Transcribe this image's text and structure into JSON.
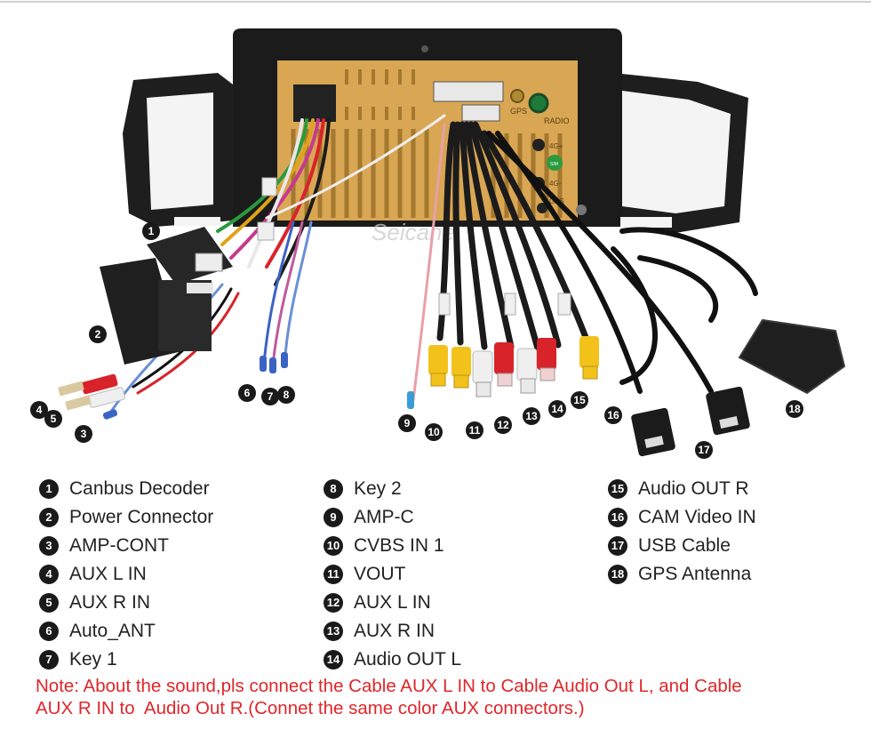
{
  "watermark": "Seicane",
  "panel_labels": {
    "gps": "GPS",
    "radio": "RADIO",
    "4g_top": "4G+",
    "4g_bottom": "4G-",
    "gps2": "GPS",
    "sim": "SIM"
  },
  "callouts": [
    "1",
    "2",
    "3",
    "4",
    "5",
    "6",
    "7",
    "8",
    "9",
    "10",
    "11",
    "12",
    "13",
    "14",
    "15",
    "16",
    "17",
    "18"
  ],
  "legend": {
    "col1": [
      {
        "num": "1",
        "label": "Canbus Decoder"
      },
      {
        "num": "2",
        "label": "Power Connector"
      },
      {
        "num": "3",
        "label": "AMP-CONT"
      },
      {
        "num": "4",
        "label": "AUX L IN"
      },
      {
        "num": "5",
        "label": "AUX R IN"
      },
      {
        "num": "6",
        "label": "Auto_ANT"
      },
      {
        "num": "7",
        "label": "Key 1"
      }
    ],
    "col2": [
      {
        "num": "8",
        "label": "Key 2"
      },
      {
        "num": "9",
        "label": "AMP-C"
      },
      {
        "num": "10",
        "label": "CVBS IN 1"
      },
      {
        "num": "11",
        "label": "VOUT"
      },
      {
        "num": "12",
        "label": "AUX L IN"
      },
      {
        "num": "13",
        "label": "AUX R IN"
      },
      {
        "num": "14",
        "label": "Audio OUT L"
      }
    ],
    "col3": [
      {
        "num": "15",
        "label": "Audio OUT R"
      },
      {
        "num": "16",
        "label": "CAM Video IN"
      },
      {
        "num": "17",
        "label": "USB Cable"
      },
      {
        "num": "18",
        "label": "GPS Antenna"
      }
    ]
  },
  "note": {
    "line1": "Note: About the sound,pls connect the Cable AUX L IN to Cable Audio Out L, and Cable",
    "line2": "AUX R IN to  Audio Out R.(Connet the same color AUX connectors.)"
  },
  "colors": {
    "note": "#e0262a",
    "panel_gold": "#d9a654",
    "frame_black": "#1b1b1b",
    "rca_yellow": "#f2c21b",
    "rca_red": "#d8232a",
    "rca_white": "#efefef"
  }
}
